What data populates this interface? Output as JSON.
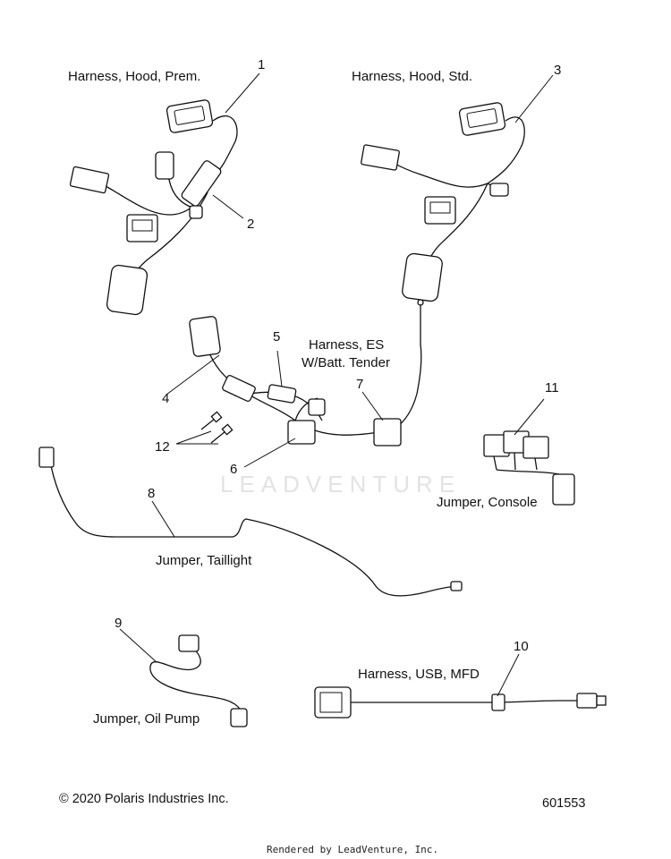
{
  "labels": {
    "harness_hood_prem": "Harness, Hood, Prem.",
    "harness_hood_std": "Harness, Hood, Std.",
    "harness_es_line1": "Harness, ES",
    "harness_es_line2": "W/Batt. Tender",
    "jumper_console": "Jumper, Console",
    "jumper_taillight": "Jumper, Taillight",
    "jumper_oil_pump": "Jumper, Oil Pump",
    "harness_usb_mfd": "Harness, USB, MFD"
  },
  "callouts": [
    "1",
    "2",
    "3",
    "4",
    "5",
    "6",
    "7",
    "8",
    "9",
    "10",
    "11",
    "12"
  ],
  "footer": {
    "copyright": "© 2020 Polaris Industries Inc.",
    "diagram_number": "601553",
    "rendered_by": "Rendered by LeadVenture, Inc."
  },
  "watermark": "LEADVENTURE"
}
